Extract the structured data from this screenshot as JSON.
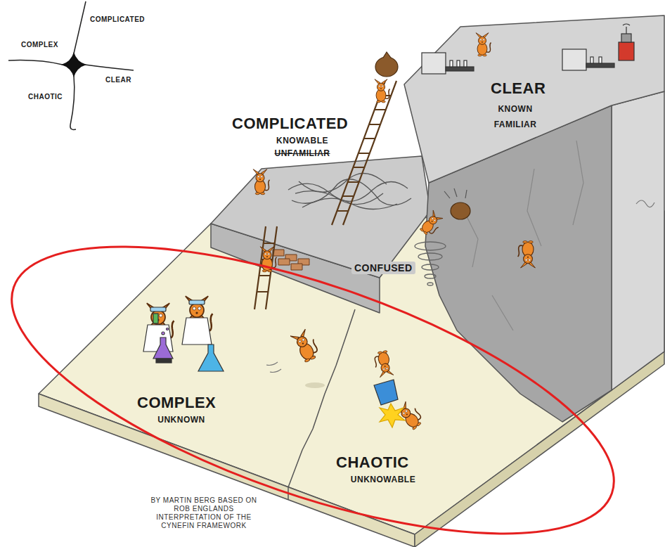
{
  "diagram": {
    "labels": [
      "COMPLICATED",
      "COMPLEX",
      "CLEAR",
      "CHAOTIC",
      "COMPLICATED",
      "KNOWABLE",
      "UNFAMILIAR",
      "CLEAR",
      "KNOWN",
      "FAMILIAR",
      "CONFUSED",
      "COMPLEX",
      "UNKNOWN",
      "CHAOTIC",
      "UNKNOWABLE",
      "BY MARTIN BERG BASED ON ROB ENGLANDS INTERPRETATION OF THE CYNEFIN FRAMEWORK"
    ]
  }
}
